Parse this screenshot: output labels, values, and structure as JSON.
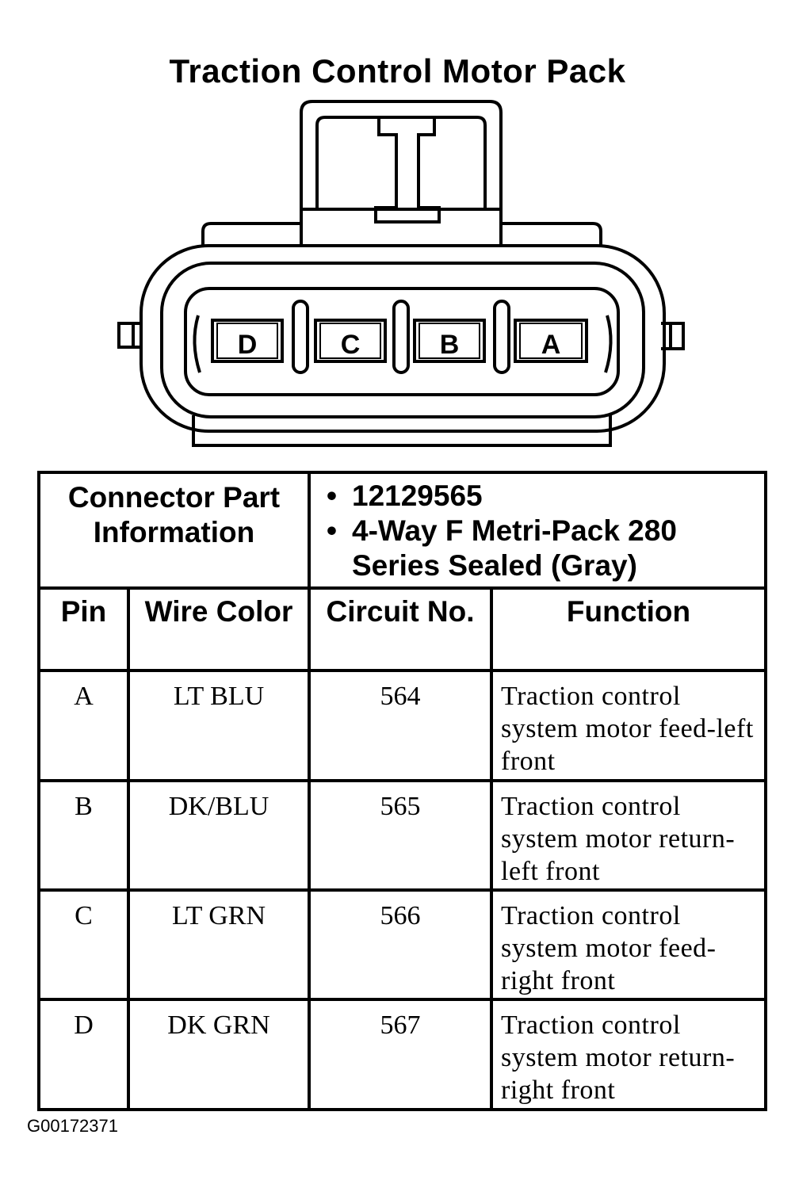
{
  "title": "Traction Control Motor Pack",
  "connector": {
    "cavities": [
      "D",
      "C",
      "B",
      "A"
    ]
  },
  "table": {
    "part_info_label": "Connector Part Information",
    "part_info_lines": [
      "12129565",
      "4-Way F Metri-Pack 280",
      "Series Sealed (Gray)"
    ],
    "headers": {
      "pin": "Pin",
      "wire_color": "Wire Color",
      "circuit": "Circuit No.",
      "function": "Function"
    },
    "rows": [
      {
        "pin": "A",
        "wire_color": "LT BLU",
        "circuit": "564",
        "function": "Traction control system motor feed-left front"
      },
      {
        "pin": "B",
        "wire_color": "DK/BLU",
        "circuit": "565",
        "function": "Traction control system motor return-left front"
      },
      {
        "pin": "C",
        "wire_color": "LT GRN",
        "circuit": "566",
        "function": "Traction control system motor feed-right front"
      },
      {
        "pin": "D",
        "wire_color": "DK GRN",
        "circuit": "567",
        "function": "Traction control system motor return-right front"
      }
    ]
  },
  "figure_id": "G00172371"
}
